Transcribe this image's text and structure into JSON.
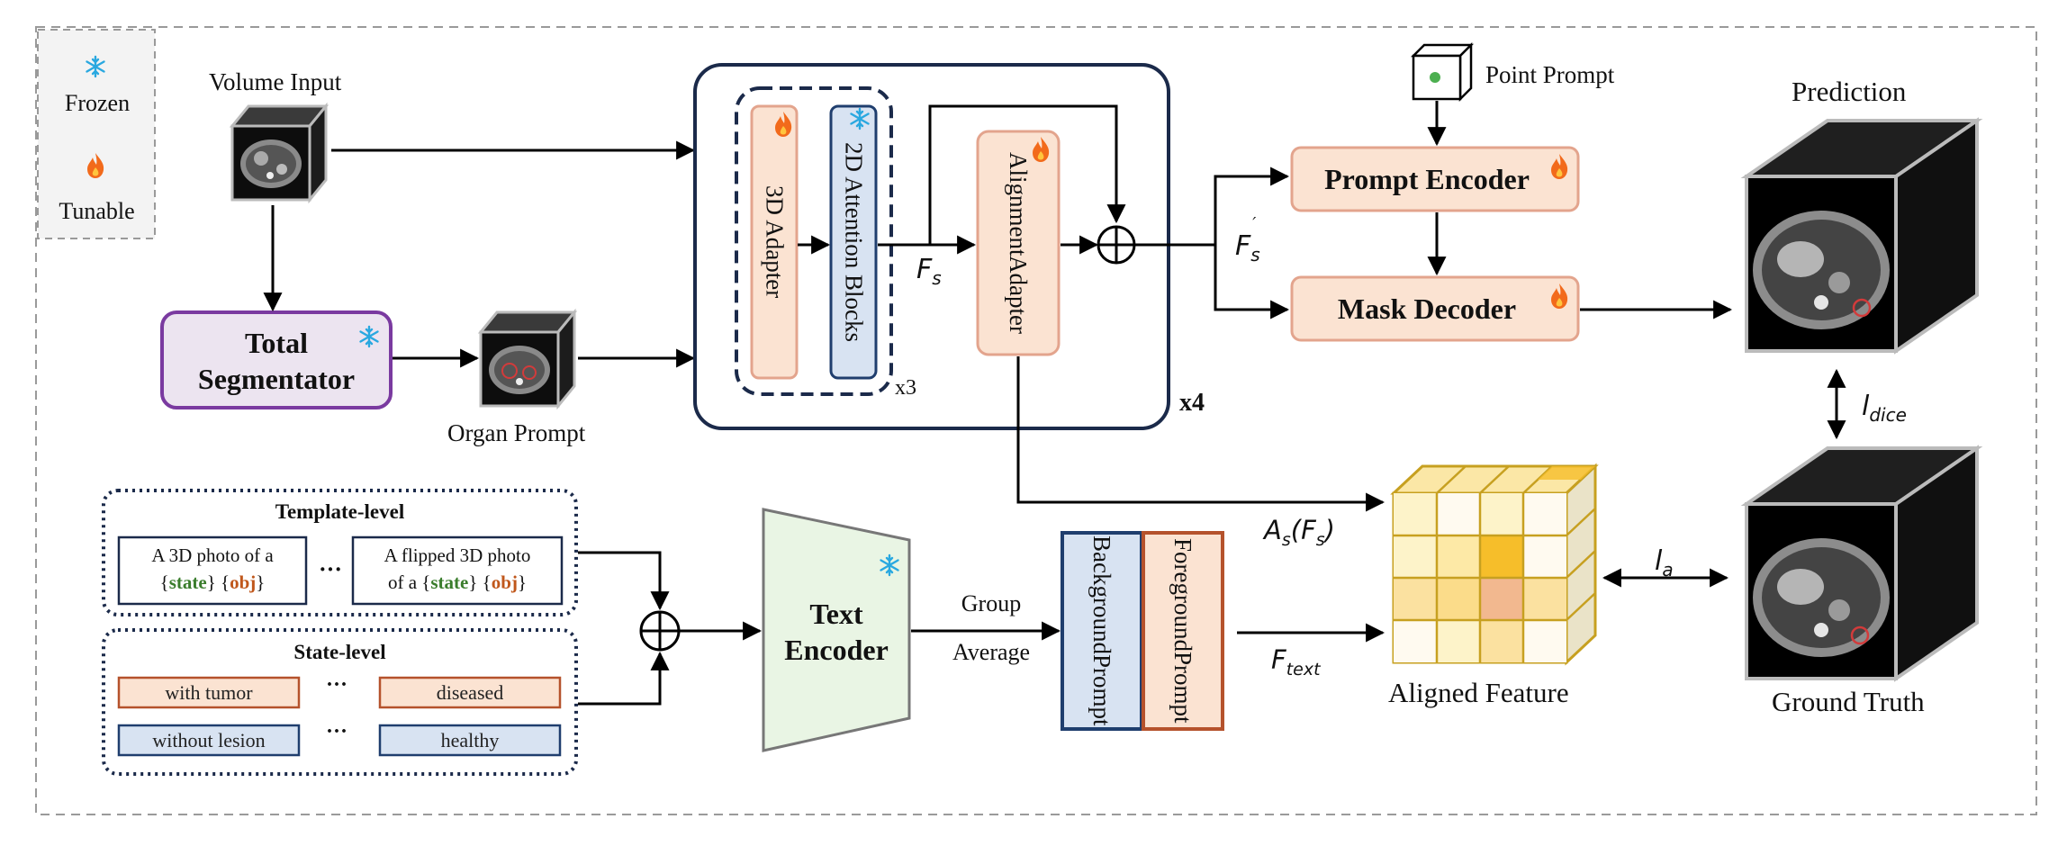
{
  "legend": {
    "frozen": "Frozen",
    "tunable": "Tunable"
  },
  "inputs": {
    "volume_input": "Volume Input",
    "organ_prompt": "Organ Prompt",
    "point_prompt": "Point Prompt"
  },
  "modules": {
    "total_segmentator": [
      "Total",
      "Segmentator"
    ],
    "adapter_3d": "3D Adapter",
    "attention_2d": "2D Attention Blocks",
    "alignment_adapter": [
      "Alignment",
      "Adapter"
    ],
    "prompt_encoder": "Prompt Encoder",
    "mask_decoder": "Mask Decoder",
    "text_encoder": [
      "Text",
      "Encoder"
    ],
    "background_prompt": [
      "Background",
      "Prompt"
    ],
    "foreground_prompt": [
      "Foreground",
      "Prompt"
    ]
  },
  "repeats": {
    "inner": "x3",
    "outer": "x4"
  },
  "symbols": {
    "fs": "F",
    "fs_sub": "s",
    "fs_prime": "F",
    "fs_prime_sup": "′",
    "fs_prime_sub": "s",
    "as_fs": "A",
    "as_sub": "s",
    "as_paren": "(F",
    "as_paren_sub": "s",
    "as_close": ")",
    "ftext": "F",
    "ftext_sub": "text",
    "ldice": "l",
    "ldice_sub": "dice",
    "la": "l",
    "la_sub": "a",
    "ellipsis": "···"
  },
  "text_prompts": {
    "template_title": "Template-level",
    "template_a": [
      "A 3D photo of a",
      "{state} {obj}"
    ],
    "template_b": [
      "A flipped 3D photo",
      "of a {state} {obj}"
    ],
    "state_title": "State-level",
    "with_tumor": "with tumor",
    "diseased": "diseased",
    "without_lesion": "without lesion",
    "healthy": "healthy",
    "placeholder_state": "state",
    "placeholder_obj": "obj"
  },
  "group_average": [
    "Group",
    "Average"
  ],
  "outputs": {
    "prediction": "Prediction",
    "ground_truth": "Ground Truth",
    "aligned_feature": "Aligned Feature"
  },
  "colors": {
    "frozen_icon": "#29a8e0",
    "tunable_icon": "#f26a1b",
    "peach_fill": "#fbe3d2",
    "peach_border": "#e3a48d",
    "blue_fill": "#d8e3f2",
    "blue_border": "#1f3e6e",
    "purple_border": "#7a3aa0",
    "purple_fill": "#ece4f0",
    "text_encoder_fill": "#e9f5e4",
    "navy": "#1b2a4a",
    "cube_gold": "#c7a020",
    "cube_orange_cell": "#f2b88f",
    "cube_gold_cell": "#f6be2a"
  }
}
